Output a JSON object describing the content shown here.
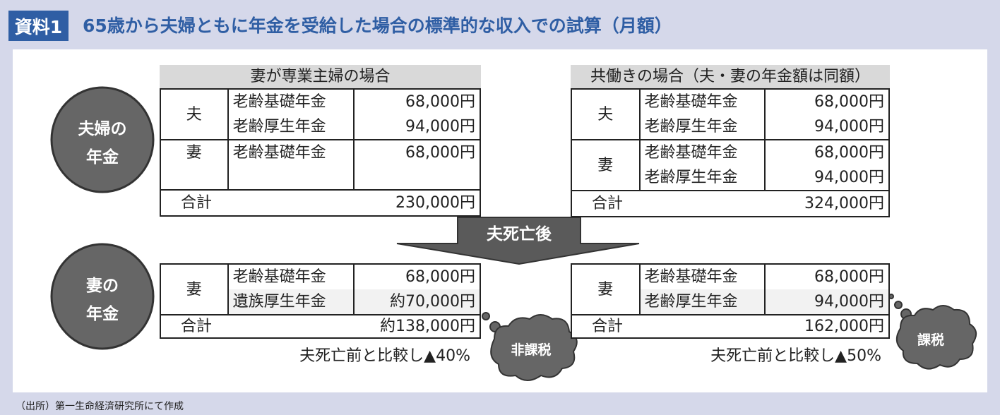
{
  "header": {
    "badge": "資料1",
    "title": "65歳から夫婦ともに年金を受給した場合の標準的な収入での試算（月額）"
  },
  "circles": {
    "couple": [
      "夫婦の",
      "年金"
    ],
    "wife": [
      "妻の",
      "年金"
    ]
  },
  "arrow_label": "夫死亡後",
  "before_left": {
    "title": "妻が専業主婦の場合",
    "husband": "夫",
    "h1": "老齢基礎年金",
    "h1v": "68,000円",
    "h2": "老齢厚生年金",
    "h2v": "94,000円",
    "wife": "妻",
    "w1": "老齢基礎年金",
    "w1v": "68,000円",
    "total_label": "合計",
    "total": "230,000円"
  },
  "before_right": {
    "title": "共働きの場合（夫・妻の年金額は同額）",
    "husband": "夫",
    "h1": "老齢基礎年金",
    "h1v": "68,000円",
    "h2": "老齢厚生年金",
    "h2v": "94,000円",
    "wife": "妻",
    "w1": "老齢基礎年金",
    "w1v": "68,000円",
    "w2": "老齢厚生年金",
    "w2v": "94,000円",
    "total_label": "合計",
    "total": "324,000円"
  },
  "after_left": {
    "wife": "妻",
    "r1": "老齢基礎年金",
    "r1v": "68,000円",
    "r2": "遺族厚生年金",
    "r2v": "約70,000円",
    "total_label": "合計",
    "total": "約138,000円",
    "compare": "夫死亡前と比較し▲40%",
    "tax": "非課税"
  },
  "after_right": {
    "wife": "妻",
    "r1": "老齢基礎年金",
    "r1v": "68,000円",
    "r2": "老齢厚生年金",
    "r2v": "94,000円",
    "total_label": "合計",
    "total": "162,000円",
    "compare": "夫死亡前と比較し▲50%",
    "tax": "課税"
  },
  "source": "（出所）第一生命経済研究所にて作成"
}
